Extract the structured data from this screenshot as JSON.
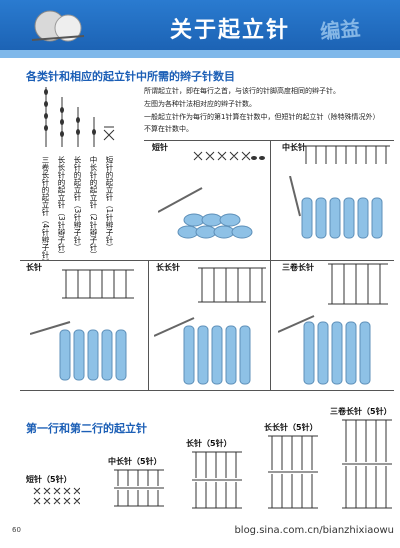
{
  "header": {
    "title": "关于起立针",
    "watermark": "编益"
  },
  "section1": {
    "title": "各类针和相应的起立针中所需的辫子针数目"
  },
  "paragraphs": [
    "所谓起立针，即在每行之首，与该行的针脚高度相同的辫子针。",
    "左图为各种针法相对应的辫子针数。",
    "一般起立针作为每行的第1针算在针数中，但短针的起立针（除特殊情况外）",
    "不算在针数中。"
  ],
  "vertical_labels": [
    "三卷长针的起立针（4针辫子针）",
    "长长针的起立针（3针辫子针）",
    "长针的起立针（3针辫子针）",
    "中长针的起立针（2针辫子针）",
    "短针的起立针（1针辫子针）"
  ],
  "panels": {
    "p1": "短针",
    "p2": "中长针",
    "p3": "长针",
    "p4": "长长针",
    "p5": "三卷长针"
  },
  "section2": {
    "title": "第一行和第二行的起立针"
  },
  "bottom_labels": {
    "b1": "短针（5针）",
    "b2": "中长针（5针）",
    "b3": "长针（5针）",
    "b4": "长长针（5针）",
    "b5": "三卷长针（5针）"
  },
  "page_number": "60",
  "url": "blog.sina.com.cn/bianzhixiaowu",
  "colors": {
    "header_blue": "#1a5fb0",
    "section_blue": "#1c5fb6",
    "yarn_blue": "#8ec1e6"
  }
}
